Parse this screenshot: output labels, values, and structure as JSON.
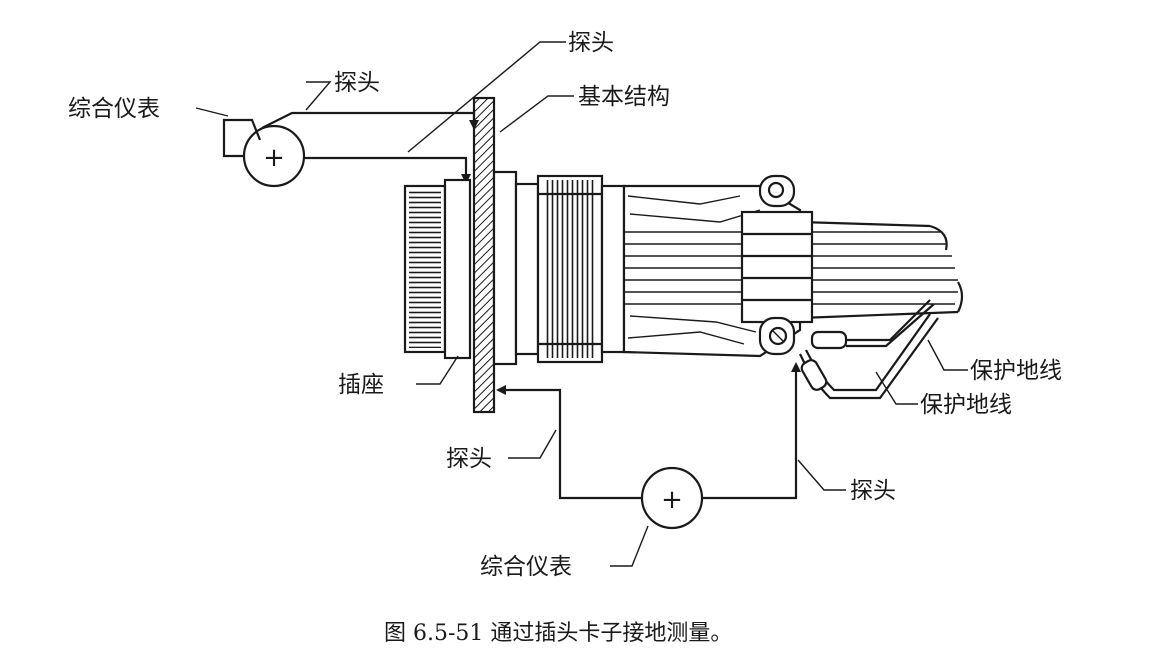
{
  "labels": {
    "meter_top": "综合仪表",
    "probe_top_left": "探头",
    "probe_top_right": "探头",
    "structure": "基本结构",
    "socket": "插座",
    "probe_bottom_left": "探头",
    "probe_bottom_right": "探头",
    "meter_bottom": "综合仪表",
    "ground_wire_1": "保护地线",
    "ground_wire_2": "保护地线"
  },
  "meter_symbol": "+",
  "caption": "图 6.5-51 通过插头卡子接地测量。",
  "icons": [
    "meter-circle-icon",
    "connector-plug-icon",
    "cable-clamp-icon"
  ]
}
